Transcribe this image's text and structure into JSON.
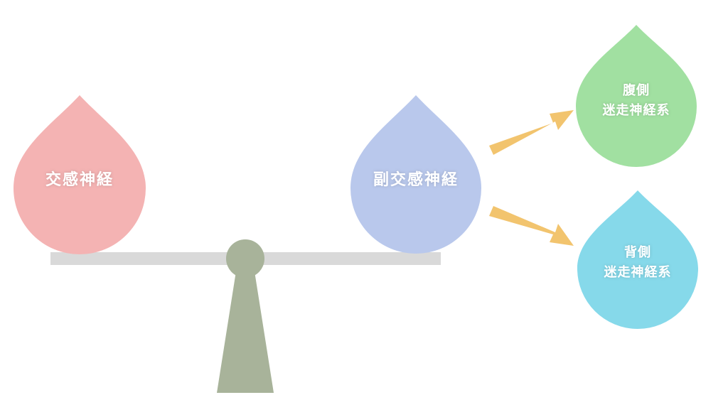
{
  "diagram": {
    "nodes": {
      "sympathetic": {
        "label": "交感神経",
        "color": "#f4b3b3"
      },
      "parasympathetic": {
        "label": "副交感神経",
        "color": "#b9c8ec"
      },
      "ventral_vagal": {
        "line1": "腹側",
        "line2": "迷走神経系",
        "color": "#a1e0a1"
      },
      "dorsal_vagal": {
        "line1": "背側",
        "line2": "迷走神経系",
        "color": "#86d9ea"
      }
    },
    "seesaw": {
      "beam_color": "#d9d9d9",
      "fulcrum_color": "#a8b39a"
    },
    "arrows": {
      "color": "#f2c46e",
      "edges": [
        {
          "from": "parasympathetic",
          "to": "ventral_vagal"
        },
        {
          "from": "parasympathetic",
          "to": "dorsal_vagal"
        }
      ]
    }
  }
}
